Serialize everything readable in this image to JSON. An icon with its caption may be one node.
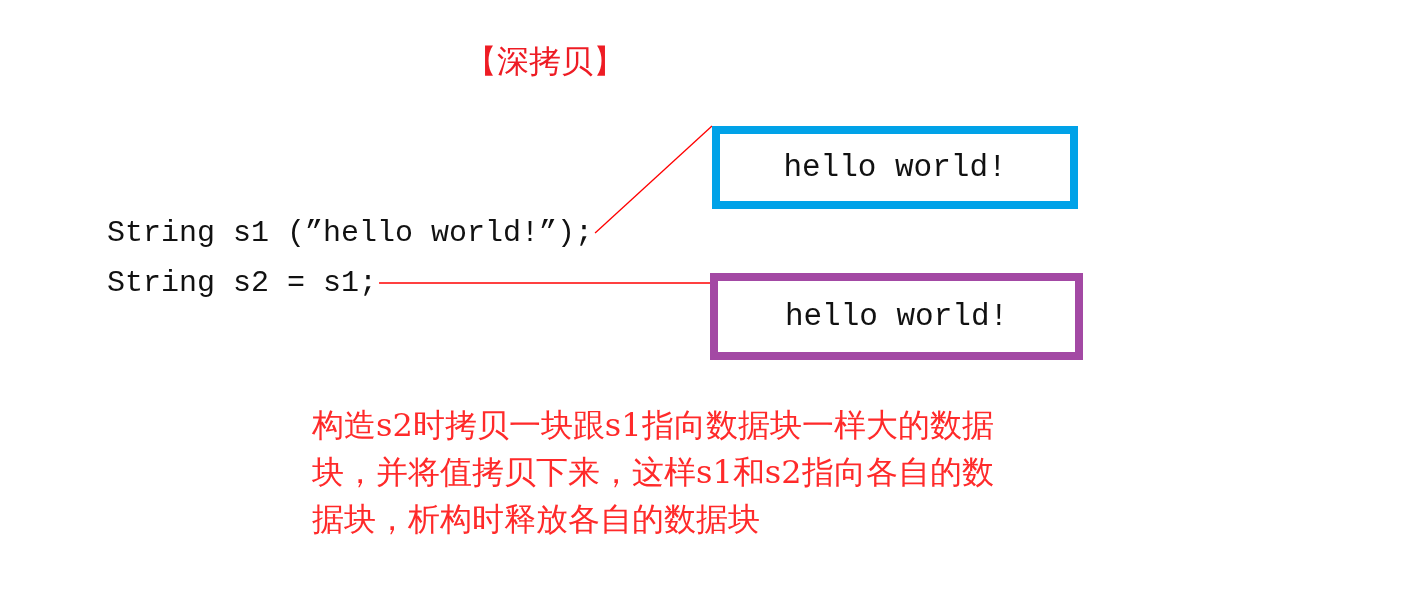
{
  "diagram": {
    "title": "【深拷贝】",
    "nodes": [
      {
        "text": [
          "String s1 (”hello world!”);"
        ]
      },
      {
        "text": [
          "String s2 = s1;"
        ]
      },
      {
        "text": [
          "hello world!"
        ]
      },
      {
        "text": [
          "hello world!"
        ]
      }
    ],
    "edges": [
      {
        "from": 0,
        "to": 2,
        "arrow": "none"
      },
      {
        "from": 1,
        "to": 3,
        "arrow": "none"
      }
    ],
    "labels": [
      "构造s2时拷贝一块跟s1指向数据块一样大的数据块，并将值拷贝下来，这样s1和s2指向各自的数据块，析构时释放各自的数据块"
    ]
  }
}
